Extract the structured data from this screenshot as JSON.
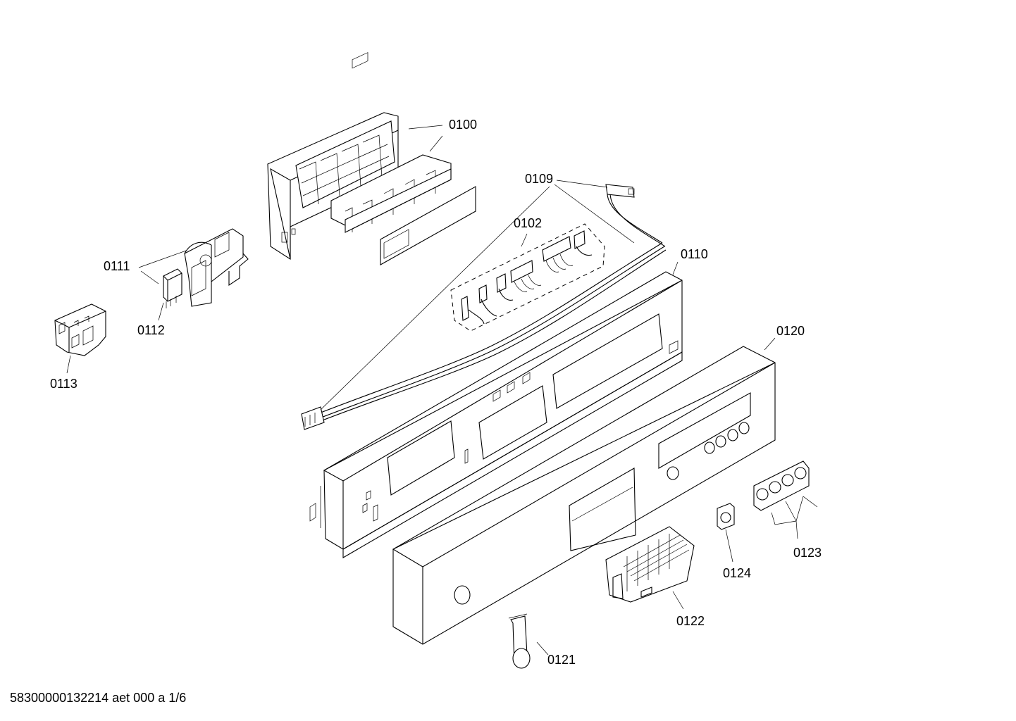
{
  "parts": [
    {
      "id": "p0100",
      "label": "0100"
    },
    {
      "id": "p0109",
      "label": "0109"
    },
    {
      "id": "p0102",
      "label": "0102"
    },
    {
      "id": "p0110",
      "label": "0110"
    },
    {
      "id": "p0111",
      "label": "0111"
    },
    {
      "id": "p0112",
      "label": "0112"
    },
    {
      "id": "p0113",
      "label": "0113"
    },
    {
      "id": "p0120",
      "label": "0120"
    },
    {
      "id": "p0121",
      "label": "0121"
    },
    {
      "id": "p0122",
      "label": "0122"
    },
    {
      "id": "p0123",
      "label": "0123"
    },
    {
      "id": "p0124",
      "label": "0124"
    }
  ],
  "footer": {
    "text": "58300000132214 aet 000 a 1/6"
  }
}
